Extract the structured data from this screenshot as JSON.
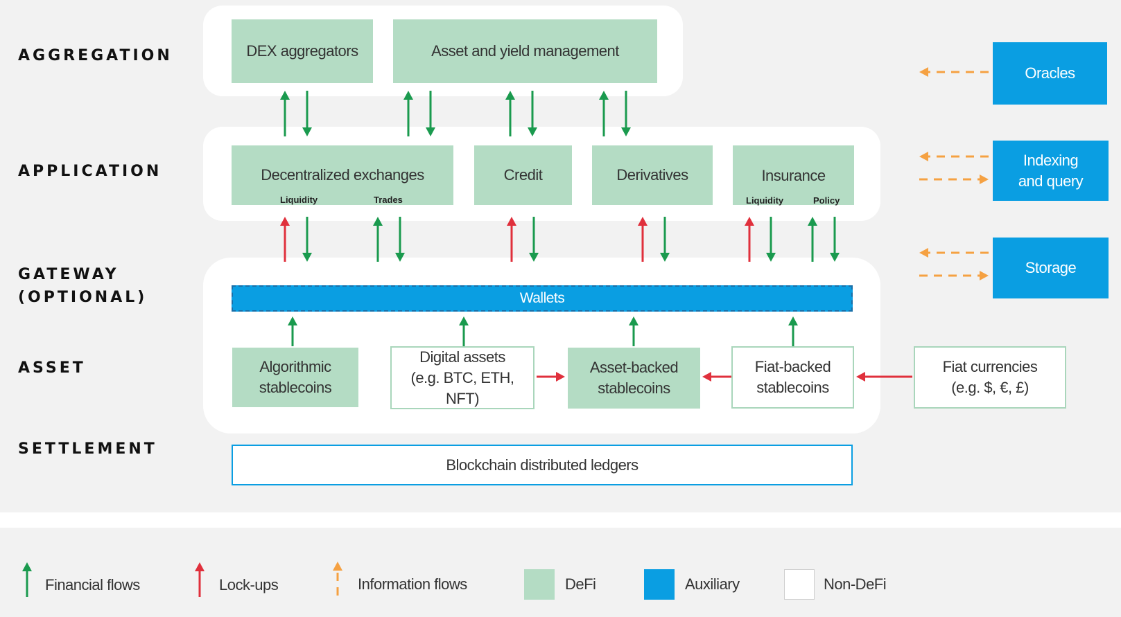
{
  "layers": {
    "aggregation": "AGGREGATION",
    "application": "APPLICATION",
    "gateway_line1": "GATEWAY",
    "gateway_line2": "(OPTIONAL)",
    "asset": "ASSET",
    "settlement": "SETTLEMENT"
  },
  "aggregation": {
    "dex_aggregators": "DEX aggregators",
    "asset_yield": "Asset and yield management"
  },
  "application": {
    "dex": "Decentralized exchanges",
    "dex_liquidity": "Liquidity",
    "dex_trades": "Trades",
    "credit": "Credit",
    "derivatives": "Derivatives",
    "insurance": "Insurance",
    "ins_liquidity": "Liquidity",
    "ins_policy": "Policy"
  },
  "gateway": {
    "wallets": "Wallets"
  },
  "asset": {
    "algorithmic_l1": "Algorithmic",
    "algorithmic_l2": "stablecoins",
    "digital_l1": "Digital assets",
    "digital_l2": "(e.g. BTC, ETH,",
    "digital_l3": "NFT)",
    "assetbacked_l1": "Asset-backed",
    "assetbacked_l2": "stablecoins",
    "fiatbacked_l1": "Fiat-backed",
    "fiatbacked_l2": "stablecoins",
    "fiat_l1": "Fiat currencies",
    "fiat_l2": "(e.g. $, €, £)"
  },
  "settlement": {
    "blockchain": "Blockchain distributed ledgers"
  },
  "auxiliary": {
    "oracles": "Oracles",
    "indexing_l1": "Indexing",
    "indexing_l2": "and query",
    "storage": "Storage"
  },
  "legend": {
    "financial_flows": "Financial flows",
    "lock_ups": "Lock-ups",
    "information_flows": "Information flows",
    "defi": "DeFi",
    "auxiliary": "Auxiliary",
    "non_defi": "Non-DeFi"
  },
  "colors": {
    "defi": "#b4dcc4",
    "auxiliary": "#0a9ee2",
    "non_defi": "#ffffff",
    "financial_flow": "#1a9a4e",
    "lock_up": "#e0303c",
    "information_flow": "#f5a142"
  }
}
